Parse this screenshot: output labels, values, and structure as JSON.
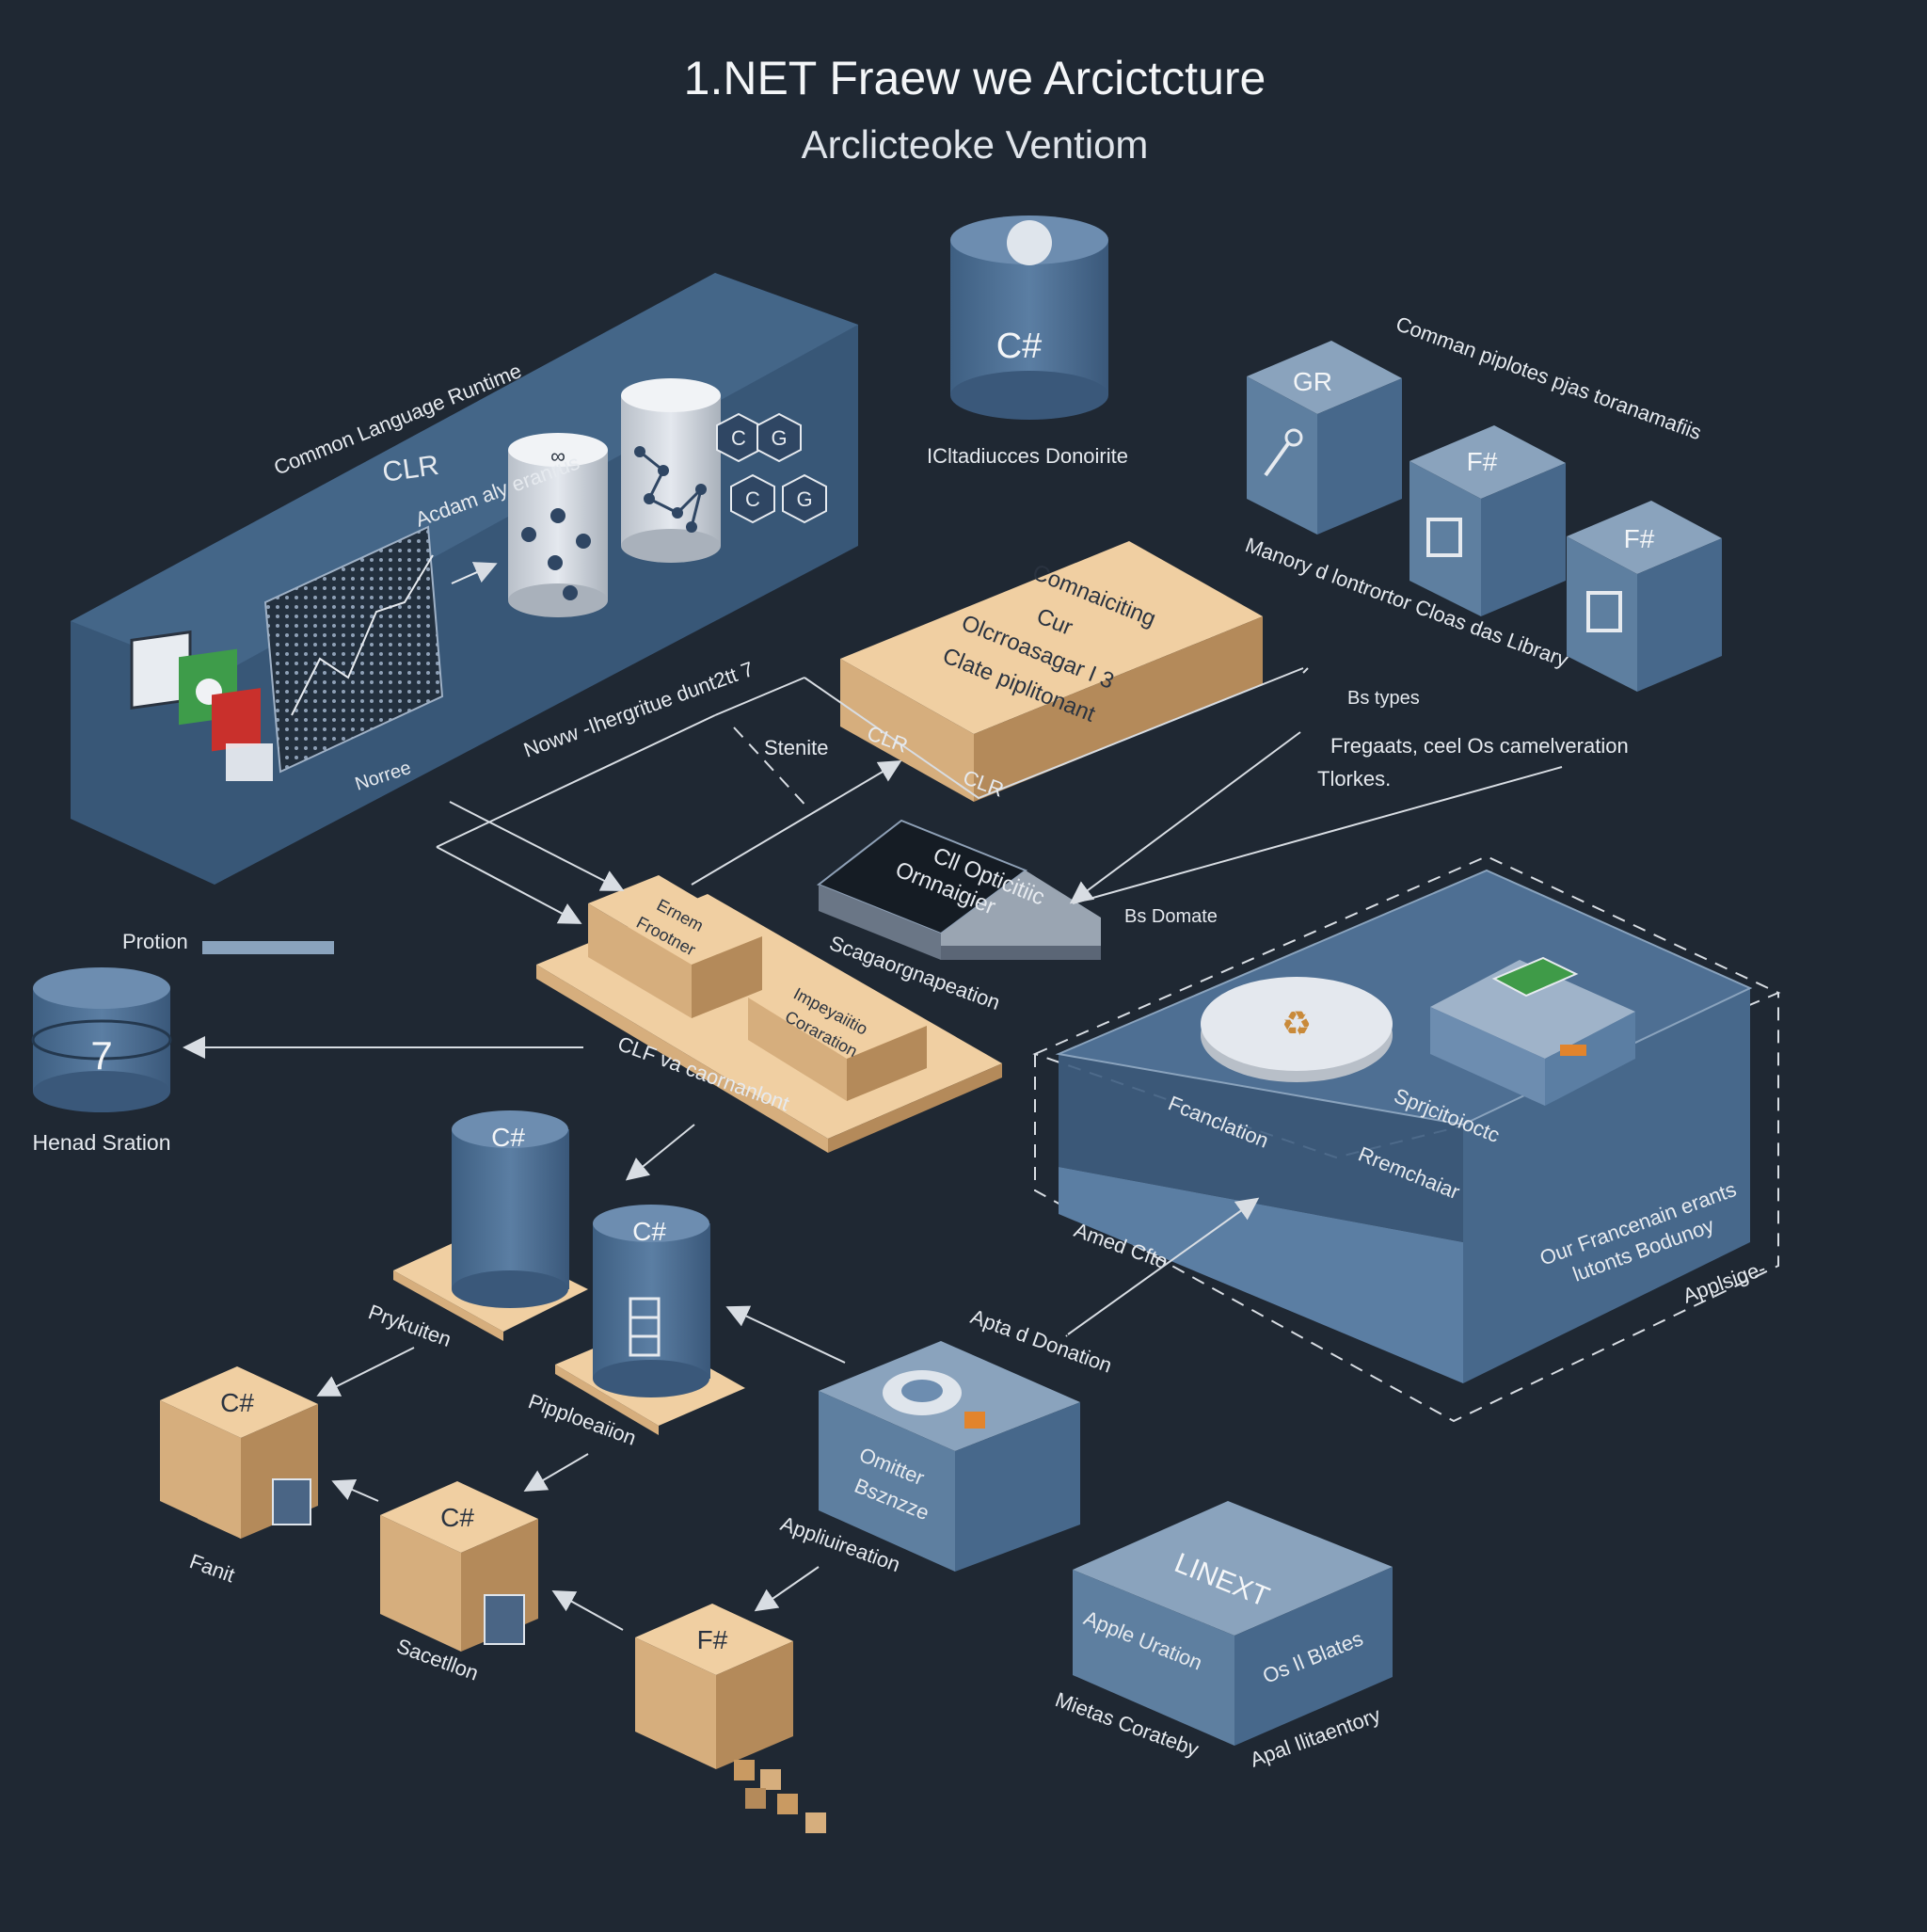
{
  "header": {
    "title": "1.NET Fraew we Arcictcture",
    "subtitle": "Arclicteoke Ventiom"
  },
  "clr_panel": {
    "title": "Common Language Runtime",
    "clr_label": "CLR",
    "caption_mid": "Acdam aly eranrus",
    "caption_bottom": "Noww -Ihergritue dunt2tt 7",
    "caption_corner": "Norree",
    "badge_letters": [
      "C",
      "G",
      "C",
      "G"
    ]
  },
  "top_cylinder": {
    "badge": "C#",
    "caption": "ICltadiucces Donoirite"
  },
  "cubes_right": {
    "caption_top": "Comman piplotes pjas toranamafiis",
    "cube1": "GR",
    "cube2": "F#",
    "cube3": "F#",
    "caption_bottom": "Manory d lontrortor Cloas das Library",
    "bs_types": "Bs types",
    "fregaats": "Fregaats, ceel Os  camelveration",
    "tlorkes": "Tlorkes."
  },
  "center_slab": {
    "lines": [
      "Comnaiciting",
      "Cur",
      "Olcrroasagar I 3",
      "Clate piplitonant"
    ],
    "clr_a": "CLR",
    "clr_b": "CLR",
    "stenite": "Stenite"
  },
  "dark_chip": {
    "lines": [
      "Cll Opticitiic",
      "Ornnaigier"
    ],
    "bs_domate": "Bs Domate",
    "caption": "Scagaorgnapeation"
  },
  "tan_platform": {
    "box1": [
      "Ernem",
      "Frootner"
    ],
    "box2": [
      "Impeyaiitio",
      "Coraration"
    ],
    "caption": "CLF va caornanlont"
  },
  "left_storage": {
    "prefix": "Protion",
    "caption": "Henad Sration",
    "glyph": "7"
  },
  "mid_cylinders": {
    "c1": "C#",
    "c2": "C#",
    "cap1": "Prykuiten",
    "cap2": "Pipploeaiion"
  },
  "bottom_cubes": {
    "c1": "C#",
    "c2": "C#",
    "c3": "F#",
    "cap1": "Fanit",
    "cap2": "Sacetllon",
    "cap3": "Appliuireation"
  },
  "omitter_box": {
    "lines": [
      "Omitter",
      "Bsznzze"
    ],
    "caption": "Apta d Donation"
  },
  "framework_box": {
    "label1": "Fcanclation",
    "label2": "Sprjcitoioctc",
    "label3": "Rremchaiar",
    "label4": "Amed Cfto",
    "side1": "Our Francenain erants",
    "side2": "lutonts Bodunoy",
    "corner": "Applsige-"
  },
  "linext_box": {
    "title": "LINEXT",
    "left": "Apple Uration",
    "right": "Os Il Blates",
    "cap_left": "Mietas Corateby",
    "cap_right": "Apal Ilitaentory"
  },
  "colors": {
    "background": "#1f2833",
    "blue": "#5e7fa0",
    "tan": "#e8c495",
    "line": "#d8dde3"
  }
}
